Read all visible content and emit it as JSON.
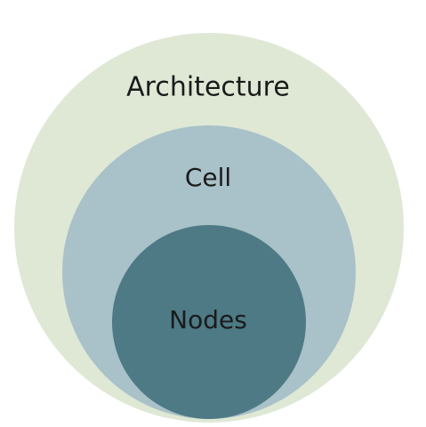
{
  "diagram": {
    "type": "nested-circles",
    "rings": [
      {
        "id": "outer",
        "label": "Architecture",
        "fill": "#dfe8d5"
      },
      {
        "id": "middle",
        "label": "Cell",
        "fill": "#a9c1c8"
      },
      {
        "id": "inner",
        "label": "Nodes",
        "fill": "#4d7a85"
      }
    ],
    "background": "#ffffff",
    "text_color": "#1b1b1b"
  }
}
